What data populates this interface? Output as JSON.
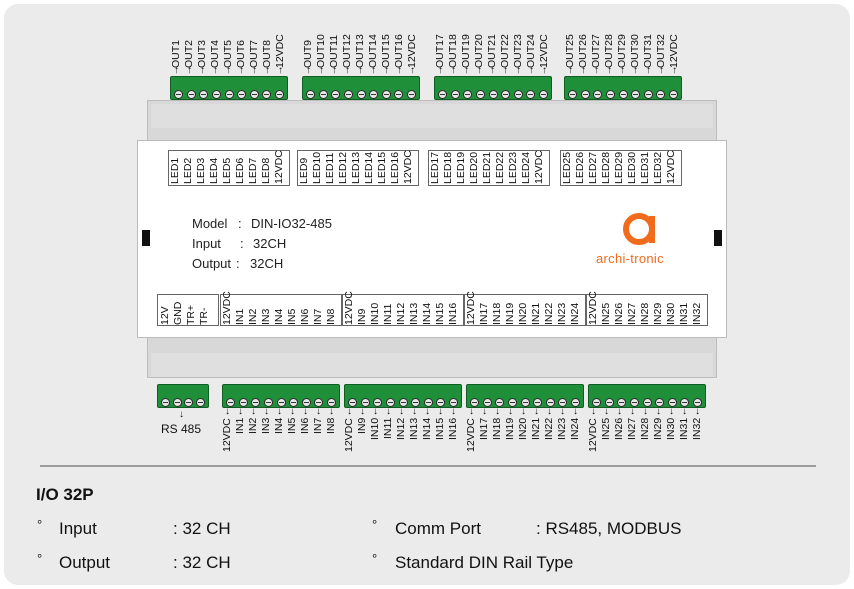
{
  "colors": {
    "accent": "#f26a1b",
    "terminal_green": "#1f8f3a",
    "card_bg": "#ebebeb"
  },
  "top_terminals": [
    [
      "OUT1",
      "OUT2",
      "OUT3",
      "OUT4",
      "OUT5",
      "OUT6",
      "OUT7",
      "OUT8",
      "12VDC"
    ],
    [
      "OUT9",
      "OUT10",
      "OUT11",
      "OUT12",
      "OUT13",
      "OUT14",
      "OUT15",
      "OUT16",
      "12VDC"
    ],
    [
      "OUT17",
      "OUT18",
      "OUT19",
      "OUT20",
      "OUT21",
      "OUT22",
      "OUT23",
      "OUT24",
      "12VDC"
    ],
    [
      "OUT25",
      "OUT26",
      "OUT27",
      "OUT28",
      "OUT29",
      "OUT30",
      "OUT31",
      "OUT32",
      "12VDC"
    ]
  ],
  "led_blocks": [
    [
      "LED1",
      "LED2",
      "LED3",
      "LED4",
      "LED5",
      "LED6",
      "LED7",
      "LED8",
      "12VDC"
    ],
    [
      "LED9",
      "LED10",
      "LED11",
      "LED12",
      "LED13",
      "LED14",
      "LED15",
      "LED16",
      "12VDC"
    ],
    [
      "LED17",
      "LED18",
      "LED19",
      "LED20",
      "LED21",
      "LED22",
      "LED23",
      "LED24",
      "12VDC"
    ],
    [
      "LED25",
      "LED26",
      "LED27",
      "LED28",
      "LED29",
      "LED30",
      "LED31",
      "LED32",
      "12VDC"
    ]
  ],
  "in_blocks": [
    [
      "12VDC",
      "IN1",
      "IN2",
      "IN3",
      "IN4",
      "IN5",
      "IN6",
      "IN7",
      "IN8"
    ],
    [
      "12VDC",
      "IN9",
      "IN10",
      "IN11",
      "IN12",
      "IN13",
      "IN14",
      "IN15",
      "IN16"
    ],
    [
      "12VDC",
      "IN17",
      "IN18",
      "IN19",
      "IN20",
      "IN21",
      "IN22",
      "IN23",
      "IN24"
    ],
    [
      "12VDC",
      "IN25",
      "IN26",
      "IN27",
      "IN28",
      "IN29",
      "IN30",
      "IN31",
      "IN32"
    ]
  ],
  "rs_block": [
    "12V",
    "GND",
    "TR+",
    "TR-"
  ],
  "specs": {
    "model_label": "Model",
    "model_sep": ":",
    "model_value": "DIN-IO32-485",
    "input_label": "Input",
    "input_sep": ":",
    "input_value": "32CH",
    "output_label": "Output",
    "output_sep": ":",
    "output_value": "32CH"
  },
  "logo": {
    "letter": "a",
    "text": "archi-tronic"
  },
  "rs485_label": "RS 485",
  "product": {
    "title": "I/O 32P"
  },
  "features": {
    "bullet": "°",
    "input_label": "Input",
    "input_value": ": 32 CH",
    "output_label": "Output",
    "output_value": ": 32 CH",
    "comm_label": "Comm Port",
    "comm_value": ": RS485, MODBUS",
    "din_label": "Standard DIN Rail Type"
  }
}
